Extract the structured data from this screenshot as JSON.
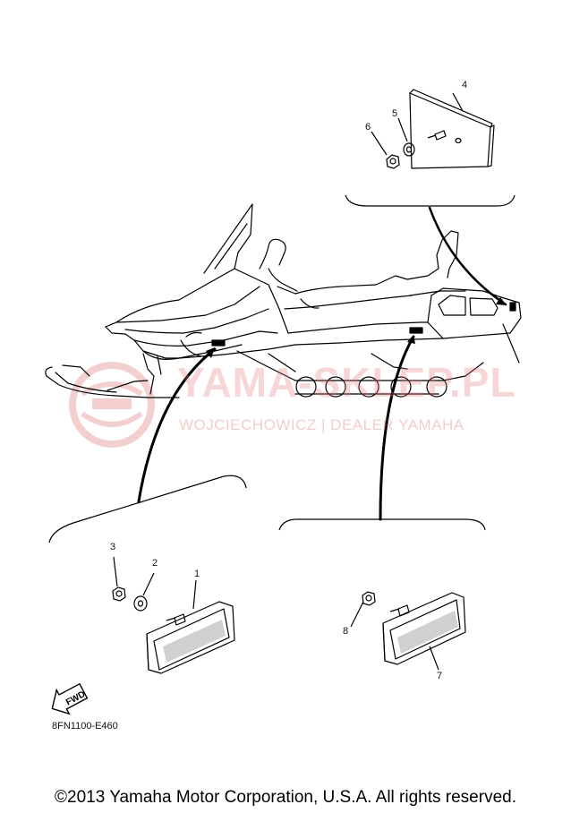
{
  "diagram": {
    "callouts": {
      "c1": "1",
      "c2": "2",
      "c3": "3",
      "c4": "4",
      "c5": "5",
      "c6": "6",
      "c7": "7",
      "c8": "8"
    },
    "fwd_label": "FWD",
    "drawing_code": "8FN1100-E460"
  },
  "watermark": {
    "title": "YAMA-SKLEP.PL",
    "subtitle": "WOJCIECHOWICZ | DEALER YAMAHA",
    "color": "#e27878"
  },
  "footer": {
    "copyright": "©2013 Yamaha Motor Corporation, U.S.A. All rights reserved."
  }
}
